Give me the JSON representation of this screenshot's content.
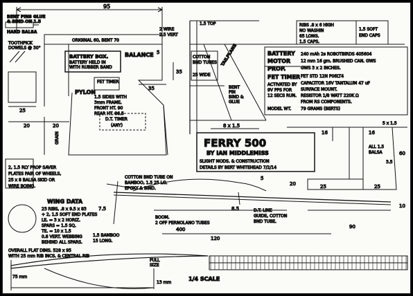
{
  "title": {
    "name": "FERRY 500",
    "designer": "BY IAN MIDDLEMISS",
    "mods": "SLIGHT MODS. & CONSTRUCTION",
    "details": "DETAILS BY BERT WHITEHEAD 7/2/14"
  },
  "top_left": {
    "bent_pins": [
      "BENT PINS GLUE",
      "& BIND ON 1.5",
      "HARD BALSA"
    ],
    "width_95": "95",
    "original_60": "ORIGINAL 60, BENT 70",
    "toothpick": [
      "TOOTHPICK",
      "DOWELS @ 30°"
    ],
    "battery_box": [
      "BATTERY BOX.",
      "BATTERY HELD IN",
      "WITH RUBBER BAND"
    ],
    "balance": "BALANCE",
    "dim_5": "5",
    "fet_timer": "FET TIMER",
    "dim_35a": "35",
    "dim_35b": "35",
    "pylon": "PYLON",
    "pylon_notes": [
      "1.5 SIDES WITH",
      "3mm FRAME.",
      "FRONT HT. 90",
      "REAR HT. 86.5"
    ],
    "dim_25": "25",
    "dim_20a": "20",
    "dim_20b": "20",
    "grain": "GRAIN",
    "dt_timer": [
      "D.T. TIMER",
      "(ANY)"
    ]
  },
  "centre": {
    "wire_a": "2 WIRE",
    "wire_b": "2.5 VERT",
    "wire_c": "1.5 TOP",
    "cotton": [
      "COTTON",
      "BND TUBES"
    ],
    "wide_25": "25 WIDE",
    "tailplane": "TAILPLANE",
    "bent_pin": [
      "BENT",
      "PIN",
      "BIND &",
      "GLUE"
    ],
    "dim_8x15": "8 x 1.5"
  },
  "ribs_notes": {
    "ribs": [
      "RIBS .8 x 6 HIGH",
      "NO WASHIN",
      "65 LONG.",
      "1.5 CAPS."
    ],
    "soft_caps": [
      "1.5 SOFT",
      "END CAPS"
    ]
  },
  "battery_spec": {
    "battery": "BATTERY",
    "battery_value": "240 mAh 2s ROBOTBIRDS 405604",
    "motor": "MOTOR",
    "motor_value": "12 mm 16 gm. BRUSHED CAN. GWS",
    "prop": "PROP.",
    "prop_value": "GWS 3 x 2 INCHES.",
    "fet_timer": "FET TIMER",
    "fet_value": "FET STD 12N P06LT4",
    "activated": [
      "ACTIVATED BY",
      "9V PPS FOR",
      "12 SECS RUN."
    ],
    "capacitor": "CAPACITOR 16V TANTALUM 47 uF",
    "surface": "SURFACE MOUNT.",
    "resistor": "RESISTOR 1/8 WATT 220K Ω",
    "from_rs": "FROM RS COMPONENTS.",
    "grams": "79 GRAMS (BERTS)",
    "model_wt": "MODEL WT."
  },
  "fin": {
    "dim_16a": "16",
    "dim_5x15": "5 x 1.5",
    "dim_16b": "16",
    "all_15": [
      "ALL 1.5",
      "BALSA"
    ],
    "dim_60": "60",
    "dim_35": "3.5",
    "dim_20": "20",
    "dim_25": "25",
    "dim_25b": "25",
    "dim_10": "10",
    "dim_90": "90"
  },
  "prop_saver": [
    "2, 1.5 RLY  PROP SAVER",
    "PLATES   PAIR OF WHEELS,",
    "25 x 8   BALSA SKID OR",
    "          WIRE BOING."
  ],
  "wing_data": {
    "title": "WING DATA",
    "lines": [
      "23 RIBS, .8 x 9.5 x 83",
      "+ 2, 1.5 SOFT END PLATES",
      "LE. = 3 x 2 HORIZ.",
      "SPARS = 1.5 SQ.",
      "TE. = 10 x 1.5",
      "0.8 VERT. WEBBING",
      "BEHIND ALL SPARS."
    ]
  },
  "fuselage": {
    "cotton_tube": [
      "COTTON BND TUBE ON",
      "BAMBOO, 1.5 25 LG.",
      "EPOXY & BIND."
    ],
    "dim_5": "5",
    "dim_75": "7.5",
    "dim_85": "8.5",
    "boom": [
      "BOOM.",
      "2 OFF PERNOLANO TUBES"
    ],
    "bamboo": [
      "1.5 BAMBOO",
      "15 LONG."
    ],
    "dim_400": "400",
    "dim_120": "120",
    "dt_line": [
      "D.T. LINE",
      "GUIDE, COTTON",
      "BND TUBE."
    ]
  },
  "bottom": {
    "overall": [
      "OVERALL FLAT DIMS. 528 x 95",
      "WITH 25 mm RIB INCS. & CENTRAL RIB"
    ],
    "dim_75mm": "75 mm",
    "dim_13mm": "13 mm",
    "scale": "1/4 SCALE",
    "full_size": [
      "FULL",
      "SIZE"
    ]
  }
}
